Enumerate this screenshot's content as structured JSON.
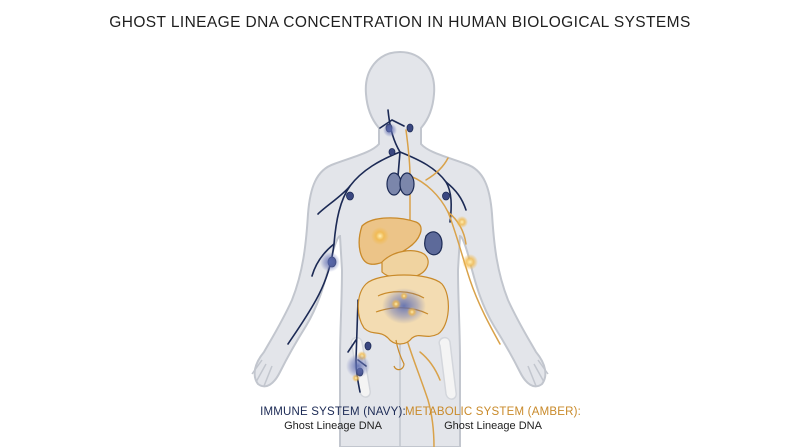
{
  "title": "GHOST LINEAGE DNA CONCENTRATION IN HUMAN BIOLOGICAL SYSTEMS",
  "legend": {
    "immune": {
      "heading": "IMMUNE SYSTEM (NAVY):",
      "subtext": "Ghost Lineage DNA"
    },
    "metabolic": {
      "heading": "METABOLIC SYSTEM (AMBER):",
      "subtext": "Ghost Lineage DNA"
    }
  },
  "colors": {
    "immune": "#1c2a55",
    "metabolic": "#d9a24a",
    "body_fill": "#e3e5ea",
    "body_outline": "#c2c6ce"
  }
}
